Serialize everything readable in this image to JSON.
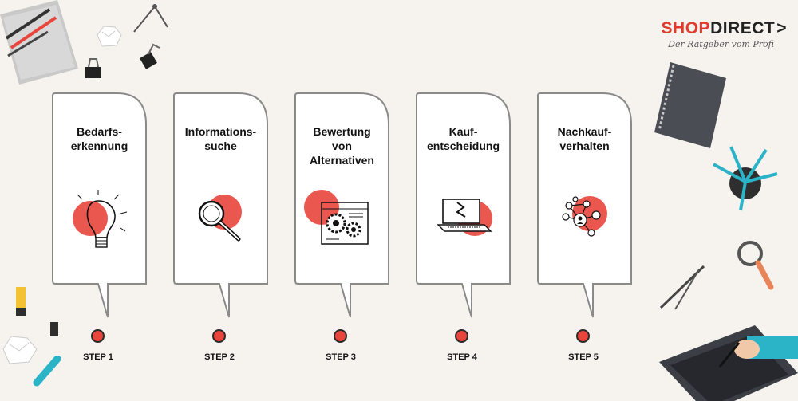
{
  "brand": {
    "logo_shop": "SHOP",
    "logo_direct": "DIRECT",
    "logo_arrow": ">",
    "tagline": "Der Ratgeber vom Profi"
  },
  "colors": {
    "background": "#f6f3ee",
    "accent": "#e8453c",
    "card_fill": "#ffffff",
    "card_border": "#8a8a8a"
  },
  "steps": [
    {
      "title": "Bedarfs-\nerkennung",
      "step": "STEP 1",
      "icon": "lightbulb-icon"
    },
    {
      "title": "Informations-\nsuche",
      "step": "STEP 2",
      "icon": "magnifier-icon"
    },
    {
      "title": "Bewertung\nvon\nAlternativen",
      "step": "STEP 3",
      "icon": "gears-window-icon"
    },
    {
      "title": "Kauf-\nentscheidung",
      "step": "STEP 4",
      "icon": "laptop-icon"
    },
    {
      "title": "Nachkauf-\nverhalten",
      "step": "STEP 5",
      "icon": "network-icon"
    }
  ]
}
